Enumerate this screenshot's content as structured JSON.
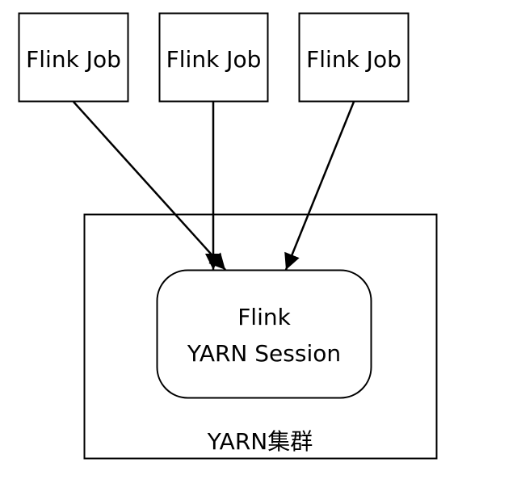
{
  "diagram": {
    "jobs": [
      {
        "label": "Flink Job"
      },
      {
        "label": "Flink Job"
      },
      {
        "label": "Flink Job"
      }
    ],
    "session": {
      "line1": "Flink",
      "line2": "YARN Session"
    },
    "cluster": {
      "label": "YARN集群"
    },
    "edges": [
      {
        "from": "job-1",
        "to": "session"
      },
      {
        "from": "job-2",
        "to": "session"
      },
      {
        "from": "job-3",
        "to": "session"
      }
    ],
    "colors": {
      "stroke": "#000000",
      "background": "#ffffff"
    }
  }
}
